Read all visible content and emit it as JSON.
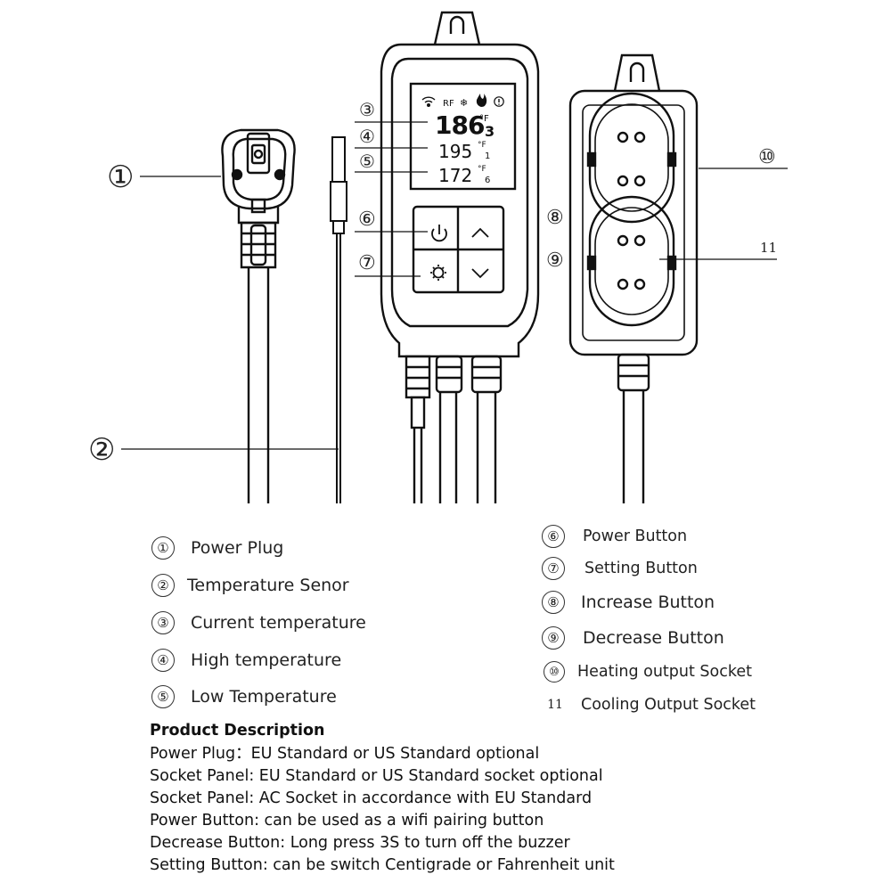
{
  "callouts": {
    "c1": "①",
    "c2": "②",
    "c3": "③",
    "c4": "④",
    "c5": "⑤",
    "c6": "⑥",
    "c7": "⑦",
    "c8": "⑧",
    "c9": "⑨",
    "c10": "⑩",
    "c11": "11"
  },
  "display": {
    "status_icons": [
      "wifi-icon",
      "RF",
      "snowflake-icon",
      "flame-icon",
      "alarm-icon"
    ],
    "rf_label": "RF",
    "current_temp": "186",
    "current_unit": "°F",
    "current_sub": "3",
    "high_temp": "195",
    "high_unit": "°F",
    "high_sub": "1",
    "low_temp": "172",
    "low_unit": "°F",
    "low_sub": "6"
  },
  "legend_left": [
    {
      "num": "①",
      "label": "Power Plug"
    },
    {
      "num": "②",
      "label": "Temperature Senor"
    },
    {
      "num": "③",
      "label": "Current temperature"
    },
    {
      "num": "④",
      "label": "High temperature"
    },
    {
      "num": "⑤",
      "label": "Low Temperature"
    }
  ],
  "legend_right": [
    {
      "num": "⑥",
      "label": "Power Button"
    },
    {
      "num": "⑦",
      "label": "Setting Button"
    },
    {
      "num": "⑧",
      "label": "Increase Button"
    },
    {
      "num": "⑨",
      "label": "Decrease Button"
    },
    {
      "num": "⑩",
      "label": "Heating output Socket"
    },
    {
      "num": "11",
      "label": "Cooling Output Socket"
    }
  ],
  "description": {
    "heading": "Product Description",
    "lines": [
      "Power Plug：EU Standard or US Standard optional",
      "Socket Panel: EU Standard or US Standard socket optional",
      "Socket Panel: AC Socket in accordance with EU Standard",
      "Power Button: can be used as a wifi pairing button",
      "Decrease Button: Long press 3S to turn off the buzzer",
      "Setting Button: can be switch Centigrade or Fahrenheit unit"
    ]
  }
}
